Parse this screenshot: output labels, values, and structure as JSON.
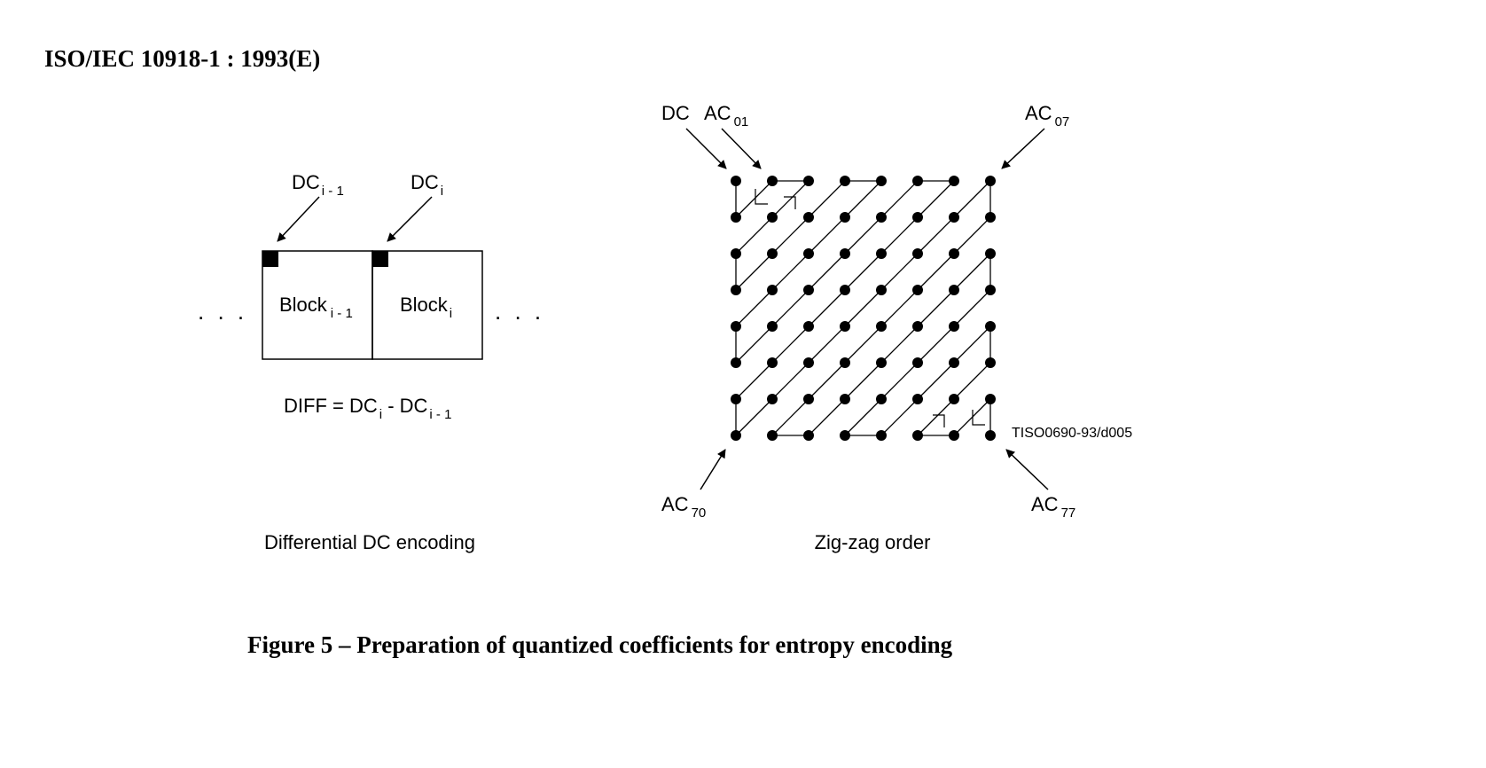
{
  "header": {
    "standard_id": "ISO/IEC 10918-1 : 1993(E)"
  },
  "left_diagram": {
    "label_dc_prev": {
      "base": "DC",
      "sub": "i - 1"
    },
    "label_dc_curr": {
      "base": "DC",
      "sub": "i"
    },
    "block_prev": {
      "base": "Block",
      "sub": "i - 1"
    },
    "block_curr": {
      "base": "Block",
      "sub": "i"
    },
    "ellipsis_left": ". . .",
    "ellipsis_right": ". . .",
    "formula": {
      "p1": "DIFF = DC",
      "s1": "i",
      "p2": " - DC",
      "s2": "i - 1"
    },
    "caption": "Differential DC encoding"
  },
  "right_diagram": {
    "label_dc": "DC",
    "label_ac01": {
      "base": "AC",
      "sub": "01"
    },
    "label_ac07": {
      "base": "AC",
      "sub": "07"
    },
    "label_ac70": {
      "base": "AC",
      "sub": "70"
    },
    "label_ac77": {
      "base": "AC",
      "sub": "77"
    },
    "figure_code": "TISO0690-93/d005",
    "caption": "Zig-zag order",
    "grid_size": 8
  },
  "figure_caption": "Figure 5  –  Preparation of quantized coefficients for entropy encoding",
  "colors": {
    "ink": "#000000",
    "background": "#ffffff"
  }
}
